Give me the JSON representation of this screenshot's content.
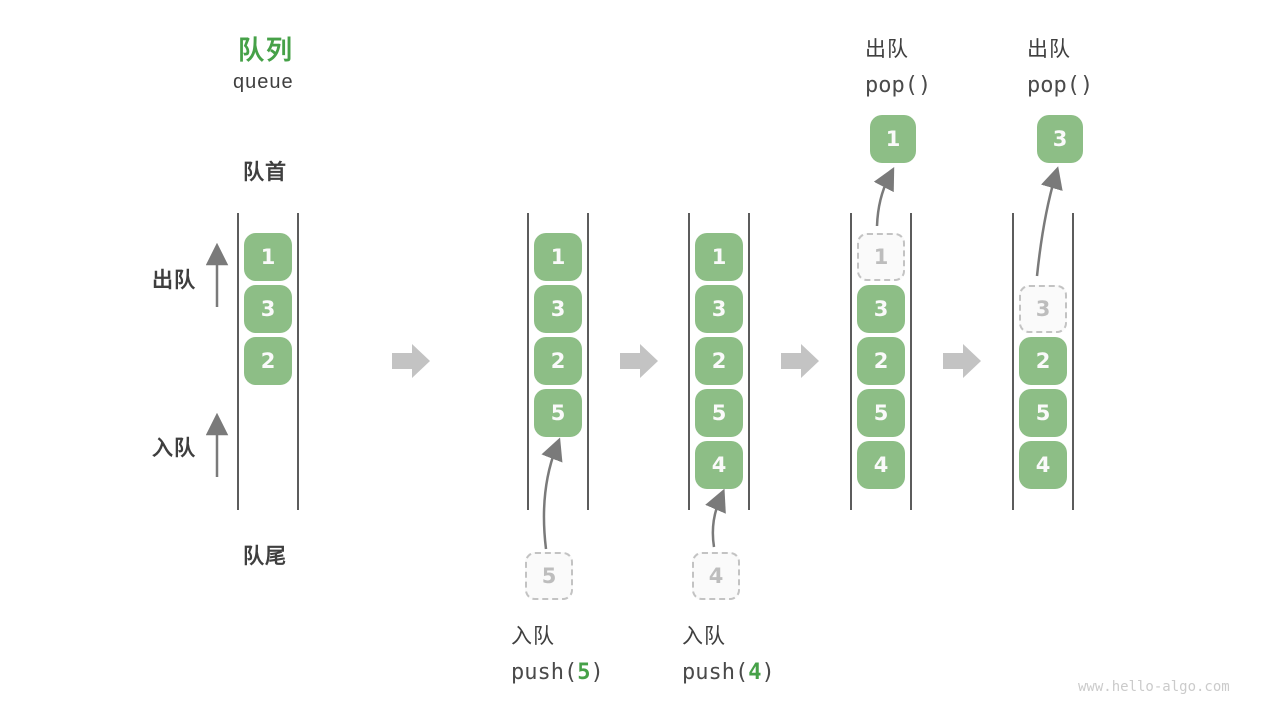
{
  "title": {
    "zh": "队列",
    "en": "queue"
  },
  "side_labels": {
    "front": "队首",
    "rear": "队尾",
    "dequeue": "出队",
    "enqueue": "入队"
  },
  "colors": {
    "accent_green": "#46a148",
    "box_green": "#8dbe86",
    "text_dark": "#3f3f3f",
    "ghost_gray": "#bdbdbd",
    "thick_arrow_gray": "#c3c3c3",
    "thin_arrow_gray": "#7a7a7a"
  },
  "watermark": "www.hello-algo.com",
  "steps": [
    {
      "name": "initial",
      "cells": [
        {
          "value": "1"
        },
        {
          "value": "3"
        },
        {
          "value": "2"
        }
      ]
    },
    {
      "name": "push-5",
      "cells": [
        {
          "value": "1"
        },
        {
          "value": "3"
        },
        {
          "value": "2"
        },
        {
          "value": "5"
        }
      ],
      "incoming": {
        "value": "5"
      },
      "op": {
        "label": "入队",
        "code_prefix": "push(",
        "arg": "5",
        "code_suffix": ")"
      }
    },
    {
      "name": "push-4",
      "cells": [
        {
          "value": "1"
        },
        {
          "value": "3"
        },
        {
          "value": "2"
        },
        {
          "value": "5"
        },
        {
          "value": "4"
        }
      ],
      "incoming": {
        "value": "4"
      },
      "op": {
        "label": "入队",
        "code_prefix": "push(",
        "arg": "4",
        "code_suffix": ")"
      }
    },
    {
      "name": "pop-1",
      "ghost": {
        "value": "1"
      },
      "cells": [
        {
          "value": "3"
        },
        {
          "value": "2"
        },
        {
          "value": "5"
        },
        {
          "value": "4"
        }
      ],
      "popped": {
        "value": "1"
      },
      "op": {
        "label": "出队",
        "code": "pop()"
      }
    },
    {
      "name": "pop-3",
      "ghost": {
        "value": "3"
      },
      "cells": [
        {
          "value": "2"
        },
        {
          "value": "5"
        },
        {
          "value": "4"
        }
      ],
      "popped": {
        "value": "3"
      },
      "op": {
        "label": "出队",
        "code": "pop()"
      }
    }
  ]
}
